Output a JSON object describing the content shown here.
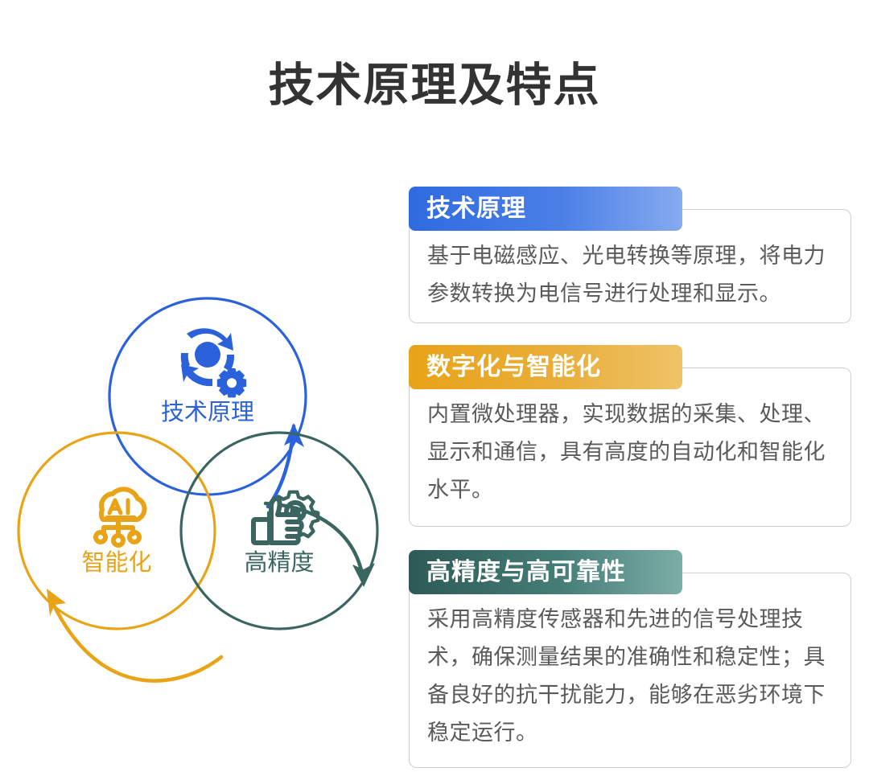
{
  "page": {
    "title": "技术原理及特点",
    "background_color": "#ffffff"
  },
  "diagram": {
    "type": "venn-three-circle-cycle",
    "circles": [
      {
        "id": "tech-principle",
        "label": "技术原理",
        "color": "#2b62db",
        "icon": "refresh-cycle-gear-icon",
        "position": "top"
      },
      {
        "id": "intelligent",
        "label": "智能化",
        "color": "#e8a317",
        "icon": "ai-cloud-network-icon",
        "position": "bottom-left"
      },
      {
        "id": "high-precision",
        "label": "高精度",
        "color": "#3a6560",
        "icon": "thumbs-up-gear-icon",
        "position": "bottom-right"
      }
    ],
    "arrows": [
      {
        "id": "arrow-blue",
        "color": "#2b62db",
        "direction": "up-right"
      },
      {
        "id": "arrow-teal",
        "color": "#3a6560",
        "direction": "right-down"
      },
      {
        "id": "arrow-amber",
        "color": "#e8a317",
        "direction": "left-up"
      }
    ]
  },
  "cards": [
    {
      "id": "card-tech-principle",
      "header": "技术原理",
      "header_color_start": "#2f6be0",
      "header_color_end": "#86aaef",
      "body": "基于电磁感应、光电转换等原理，将电力参数转换为电信号进行处理和显示。"
    },
    {
      "id": "card-digital-intelligent",
      "header": "数字化与智能化",
      "header_color_start": "#e8a317",
      "header_color_end": "#efc368",
      "body": "内置微处理器，实现数据的采集、处理、显示和通信，具有高度的自动化和智能化水平。"
    },
    {
      "id": "card-precision-reliability",
      "header": "高精度与高可靠性",
      "header_color_start": "#2d5a56",
      "header_color_end": "#7cada7",
      "body": "采用高精度传感器和先进的信号处理技术，确保测量结果的准确性和稳定性；具备良好的抗干扰能力，能够在恶劣环境下稳定运行。"
    }
  ]
}
